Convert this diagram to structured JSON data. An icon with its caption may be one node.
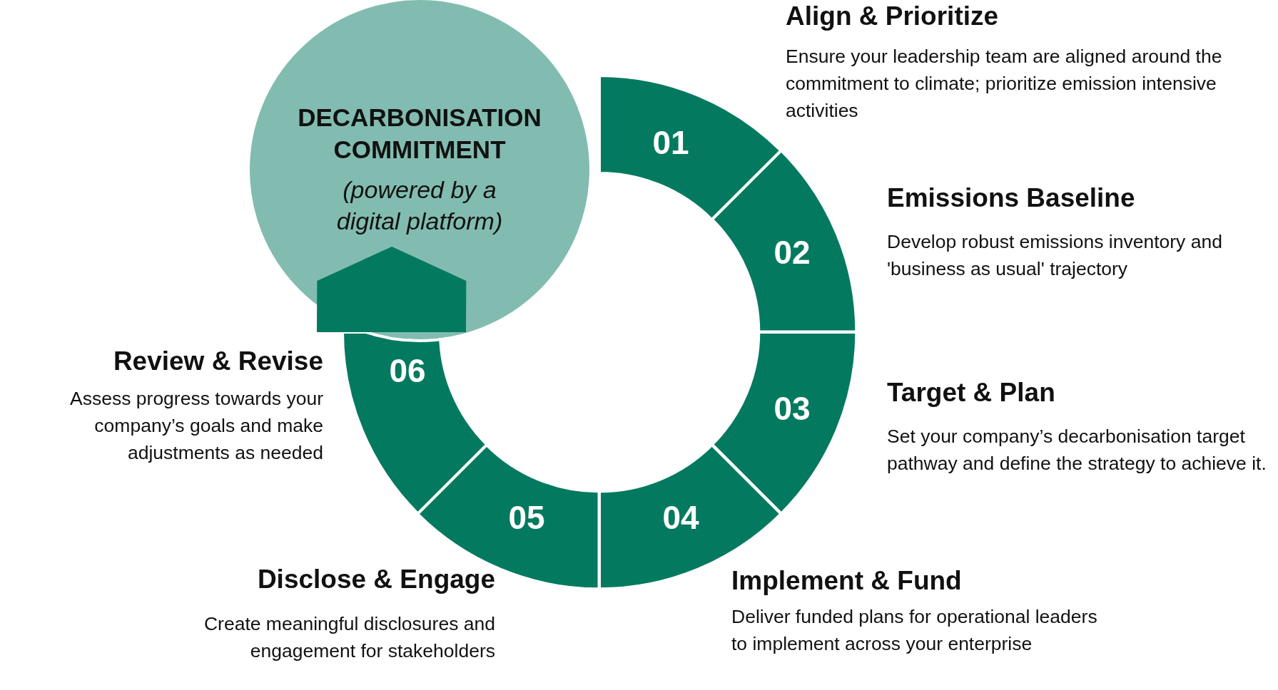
{
  "diagram": {
    "nodes": [
      {
        "text": [
          "DECARBONISATION COMMITMENT",
          "(powered by a digital platform)"
        ]
      },
      {
        "text": [
          "01"
        ],
        "beside": [
          "Align & Prioritize",
          "Ensure your leadership team are aligned around the commitment to climate; prioritize emission intensive activities"
        ]
      },
      {
        "text": [
          "02"
        ],
        "beside": [
          "Emissions Baseline",
          "Develop robust emissions inventory and 'business as usual' trajectory"
        ]
      },
      {
        "text": [
          "03"
        ],
        "beside": [
          "Target & Plan",
          "Set your company’s decarbonisation target pathway and define the strategy to achieve it."
        ]
      },
      {
        "text": [
          "04"
        ],
        "beside": [
          "Implement & Fund",
          "Deliver funded plans for operational leaders to implement across your enterprise"
        ]
      },
      {
        "text": [
          "05"
        ],
        "beside": [
          "Disclose & Engage",
          "Create meaningful disclosures and engagement for stakeholders"
        ]
      },
      {
        "text": [
          "06"
        ],
        "beside": [
          "Review & Revise",
          "Assess progress towards your company’s goals and make adjustments as needed"
        ]
      }
    ],
    "edges": [
      {
        "from": 6,
        "to": 0,
        "arrow": "to"
      }
    ]
  }
}
